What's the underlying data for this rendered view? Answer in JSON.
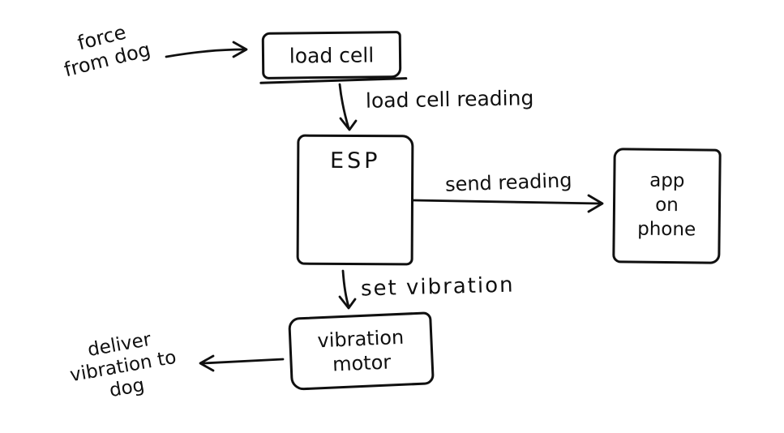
{
  "diagram": {
    "title": "hand-drawn system flowchart",
    "background_color": "#ffffff",
    "ink_color": "#101010",
    "nodes": {
      "force_from_dog": {
        "type": "text",
        "label": "force\nfrom dog"
      },
      "load_cell": {
        "type": "box",
        "label": "load cell"
      },
      "esp": {
        "type": "box",
        "label": "ESP"
      },
      "app_on_phone": {
        "type": "box",
        "label": "app\non\nphone"
      },
      "vibration_motor": {
        "type": "box",
        "label": "vibration\nmotor"
      },
      "deliver_vibration_to_dog": {
        "type": "text",
        "label": "deliver\nvibration to\ndog"
      }
    },
    "edges": [
      {
        "from": "force_from_dog",
        "to": "load_cell",
        "label": ""
      },
      {
        "from": "load_cell",
        "to": "esp",
        "label": "load cell reading"
      },
      {
        "from": "esp",
        "to": "app_on_phone",
        "label": "send reading"
      },
      {
        "from": "esp",
        "to": "vibration_motor",
        "label": "set vibration"
      },
      {
        "from": "vibration_motor",
        "to": "deliver_vibration_to_dog",
        "label": ""
      }
    ]
  }
}
